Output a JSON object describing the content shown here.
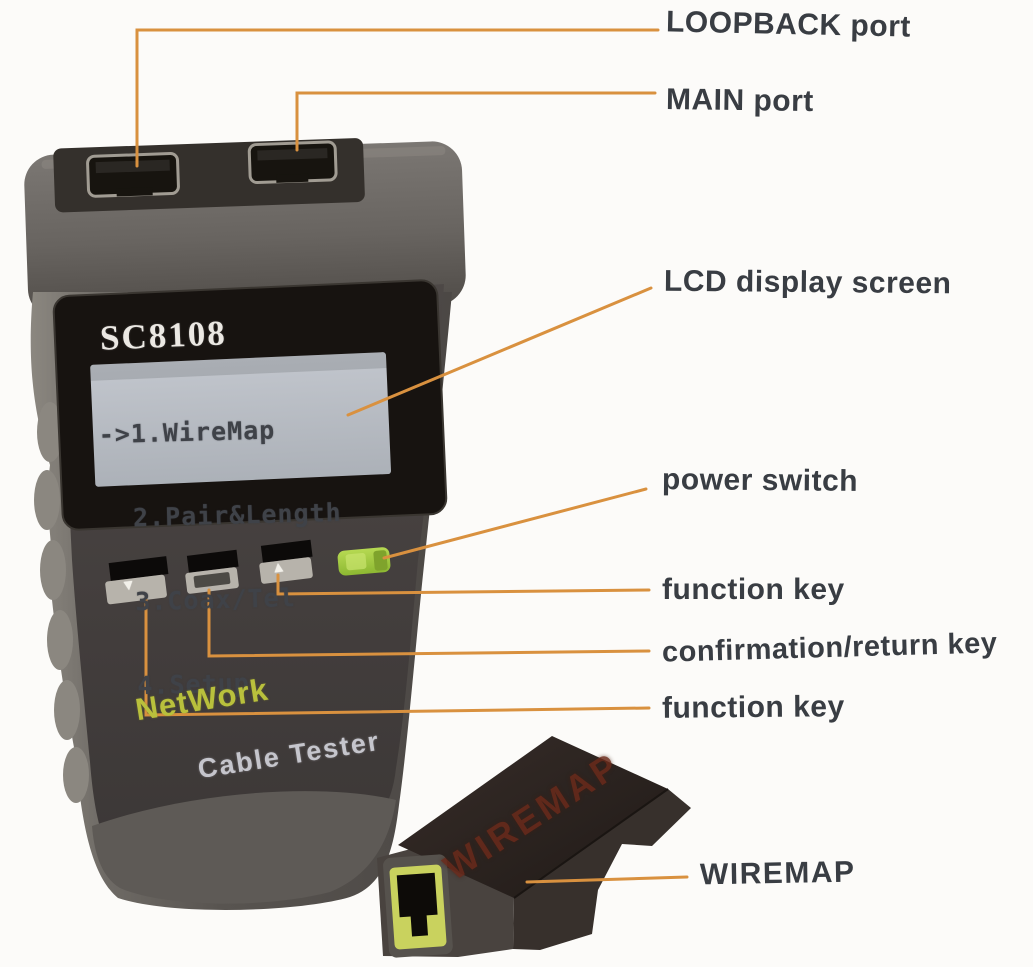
{
  "figure": {
    "type": "annotated-product-diagram",
    "subject": "SC8108 network cable tester with WIREMAP remote terminator"
  },
  "labels": {
    "loopback": "LOOPBACK port",
    "main": "MAIN port",
    "lcd": "LCD display screen",
    "power": "power switch",
    "function1": "function key",
    "confirm": "confirmation/return key",
    "function2": "function key",
    "wiremap": "WIREMAP"
  },
  "device": {
    "model": "SC8108",
    "lcd_menu_lines": [
      "->1.WireMap",
      "  2.Pair&Length",
      "  3.Coax/Tel",
      "  4.Setup"
    ],
    "brand_line1": "NetWork",
    "brand_line2": "Cable Tester",
    "key_down_glyph": "▼",
    "key_up_glyph": "▲"
  },
  "remote": {
    "label": "WIREMAP"
  },
  "colors": {
    "callout_line": "#d9913f",
    "label_text": "#2b2f36",
    "power_switch_green": "#a2cb3e",
    "lcd_background": "#b9bdc4",
    "lcd_text": "#3f4248",
    "brand_yellow": "#b9c03c",
    "remote_label_red": "#6a2a1b",
    "rj45_jack_green": "#c9d25e"
  }
}
